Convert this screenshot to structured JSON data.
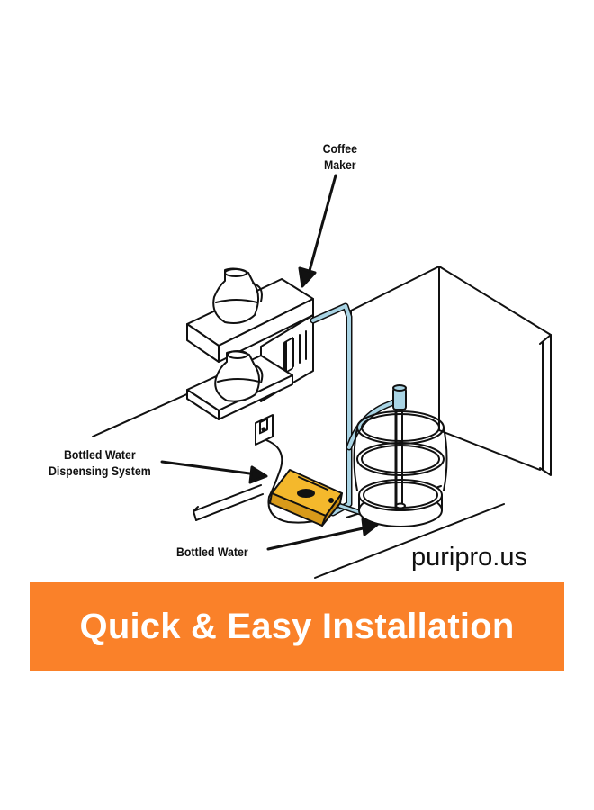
{
  "labels": {
    "coffee_maker_line1": "Coffee",
    "coffee_maker_line2": "Maker",
    "dispensing_line1": "Bottled Water",
    "dispensing_line2": "Dispensing System",
    "bottled_water": "Bottled Water"
  },
  "website": "puripro.us",
  "banner": {
    "text": "Quick & Easy Installation",
    "color": "#fa8129",
    "text_color": "#ffffff"
  },
  "colors": {
    "line_art": "#111111",
    "water_tube": "#a9d4e4",
    "pump_unit": "#f4b82c"
  },
  "icons": [
    "coffee-maker-icon",
    "water-pump-icon",
    "water-bottle-rack-icon",
    "wall-outlet-icon"
  ]
}
